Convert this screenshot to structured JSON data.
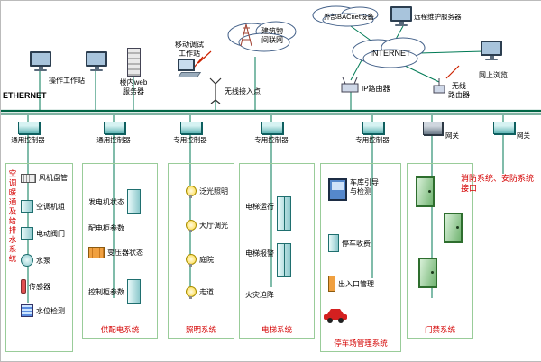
{
  "colors": {
    "wire": "#007a55",
    "bus": "#006645",
    "column_border": "#99cc99",
    "title_red": "#d40000",
    "device_teal": "#8cc8cc",
    "zigzag_red": "#cc2200"
  },
  "network": {
    "ethernet": "ETHERNET",
    "operation_workstation": "操作工作站",
    "dots": "……",
    "web_server": [
      "楼内web",
      "服务器"
    ],
    "mobile_workstation": [
      "移动调试",
      "工作站"
    ],
    "wireless_ap": "无线接入点",
    "building_network": [
      "建筑物",
      "间联网"
    ],
    "external_bacnet": "外部BACnet设备",
    "remote_server": "远程维护服务器",
    "internet": "INTERNET",
    "ip_router": "IP路由器",
    "wireless_router": [
      "无线",
      "路由器"
    ],
    "web_browse": "网上浏览"
  },
  "controllers": [
    "通用控制器",
    "通用控制器",
    "专用控制器",
    "专用控制器",
    "专用控制器",
    "网关",
    "网关"
  ],
  "fire_security_interface": "消防系统、安防系统接口",
  "columns": [
    {
      "title": "空调暖通及给排水系统",
      "items": [
        "风机盘管",
        "空调机组",
        "电动阀门",
        "水泵",
        "传感器",
        "水位检测"
      ]
    },
    {
      "title": "供配电系统",
      "items": [
        "发电机状态",
        "配电柜参数",
        "变压器状态",
        "控制柜参数"
      ]
    },
    {
      "title": "照明系统",
      "items": [
        "泛光照明",
        "大厅调光",
        "庭院",
        "走道"
      ]
    },
    {
      "title": "电梯系统",
      "items": [
        "电梯运行",
        "电梯报警",
        "火灾迫降"
      ]
    },
    {
      "title": "停车场管理系统",
      "items": [
        "车库引导与检测",
        "停车收费",
        "出入口管理"
      ]
    },
    {
      "title": "门禁系统",
      "items": []
    }
  ]
}
